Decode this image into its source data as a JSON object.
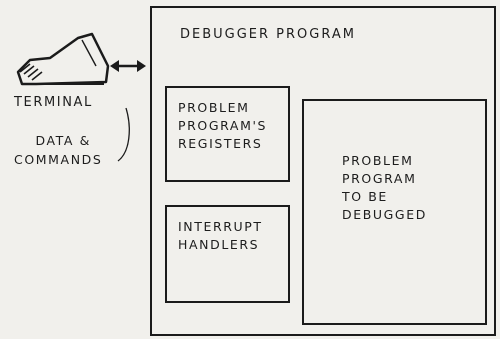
{
  "terminal": {
    "label": "TERMINAL"
  },
  "link": {
    "line1": "DATA &",
    "line2": "COMMANDS"
  },
  "debugger": {
    "title": "DEBUGGER PROGRAM",
    "registers": [
      "PROBLEM",
      "PROGRAM'S",
      "REGISTERS"
    ],
    "interrupts": [
      "INTERRUPT",
      "HANDLERS"
    ],
    "problem": [
      "PROBLEM",
      "PROGRAM",
      "TO BE",
      "DEBUGGED"
    ]
  },
  "icons": {
    "terminal": "terminal-icon",
    "arrow": "double-arrow-icon"
  }
}
